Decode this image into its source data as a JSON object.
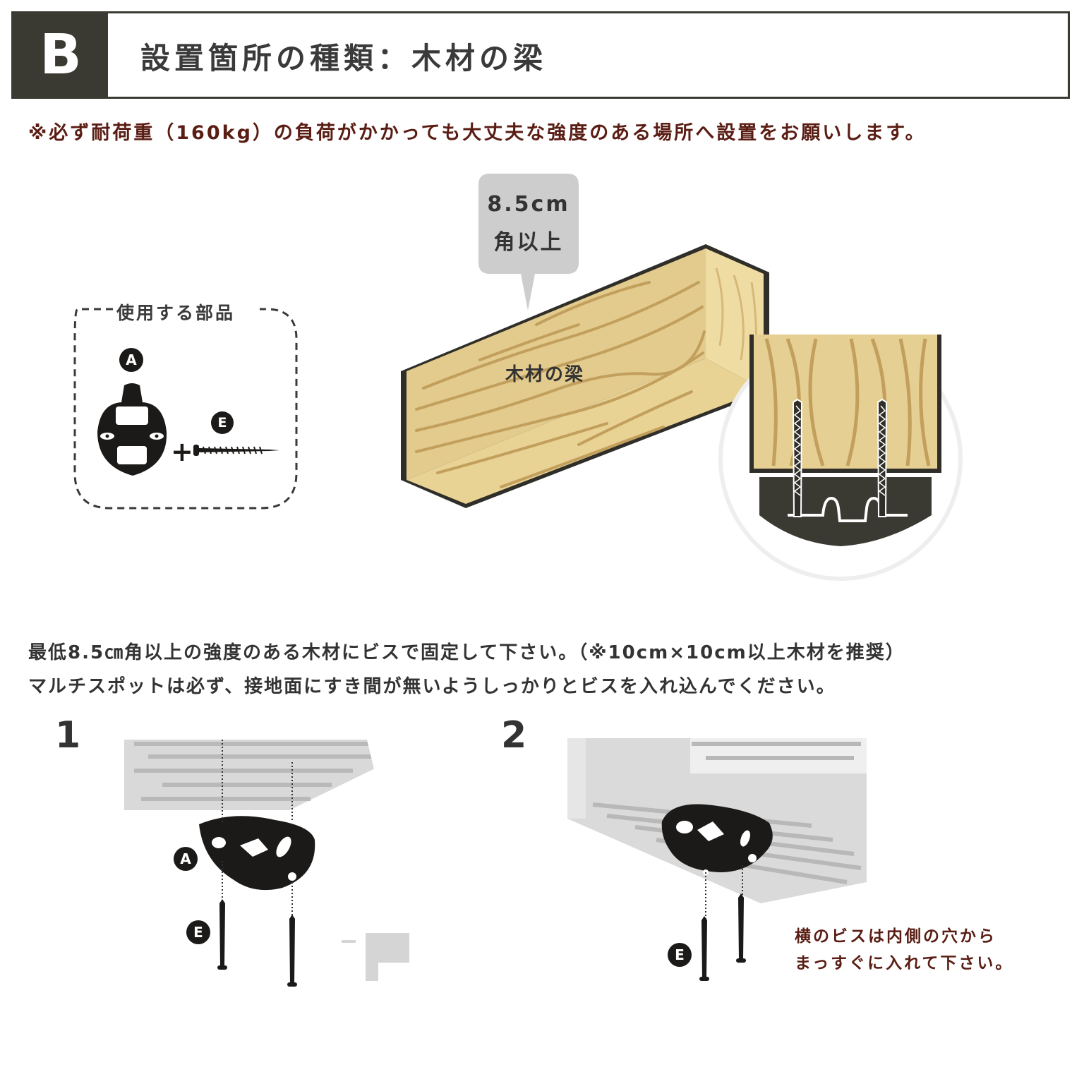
{
  "header": {
    "badge": "B",
    "title": "設置箇所の種類：木材の梁"
  },
  "notice": "※必ず耐荷重（160kg）の負荷がかかっても大丈夫な強度のある場所へ設置をお願いします。",
  "parts_box": {
    "title": "使用する部品",
    "part_a": "A",
    "part_e": "E",
    "plus": "+"
  },
  "callout": {
    "line1": "8.5cm",
    "line2": "角以上"
  },
  "beam_label": "木材の梁",
  "instructions": {
    "line1": "最低8.5㎝角以上の強度のある木材にビスで固定して下さい。（※10cm×10cm以上木材を推奨）",
    "line2": "マルチスポットは必ず、接地面にすき間が無いようしっかりとビスを入れ込んでください。"
  },
  "step1": {
    "number": "1",
    "label_a": "A",
    "label_e": "E"
  },
  "step2": {
    "number": "2",
    "label_e": "E",
    "note_line1": "横のビスは内側の穴から",
    "note_line2": "まっすぐに入れて下さい。"
  },
  "colors": {
    "header_dark": "#3b3a32",
    "notice_red": "#5a1d14",
    "wood_light": "#e3cc8e",
    "wood_grain": "#c9a965",
    "bracket_black": "#1c1a18"
  }
}
